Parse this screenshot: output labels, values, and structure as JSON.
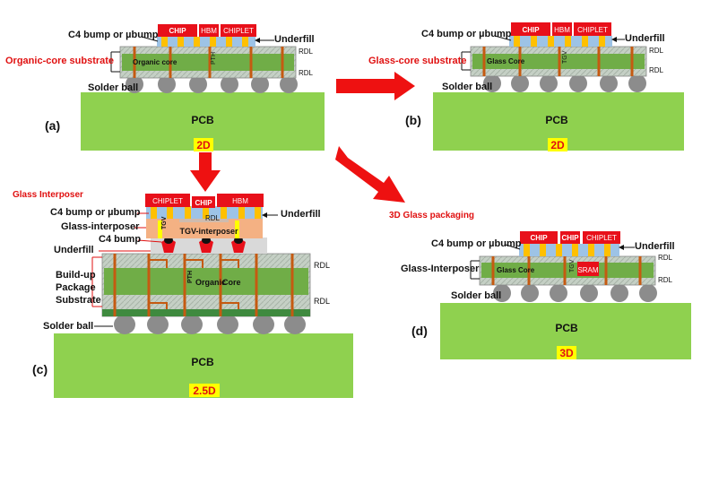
{
  "panel_a": {
    "letter": "(a)",
    "c4_label": "C4 bump or µbump",
    "substrate_label": "Organic-core substrate",
    "solder_label": "Solder ball",
    "underfill": "Underfill",
    "rdl_top": "RDL",
    "rdl_bottom": "RDL",
    "chip": "CHIP",
    "hbm": "HBM",
    "chiplet": "CHIPLET",
    "core": "Organic core",
    "via": "PTH",
    "pcb": "PCB",
    "badge": "2D"
  },
  "panel_b": {
    "letter": "(b)",
    "c4_label": "C4 bump or µbump",
    "substrate_label": "Glass-core substrate",
    "solder_label": "Solder ball",
    "underfill": "Underfill",
    "rdl_top": "RDL",
    "rdl_bottom": "RDL",
    "chip": "CHIP",
    "hbm": "HBM",
    "chiplet": "CHIPLET",
    "core": "Glass Core",
    "via": "TGV",
    "pcb": "PCB",
    "badge": "2D"
  },
  "panel_c": {
    "letter": "(c)",
    "title": "Glass Interposer",
    "c4_label": "C4 bump or µbump",
    "interposer_label": "Glass-interposer",
    "c4_bump": "C4 bump",
    "underfill_left": "Underfill",
    "buildup_1": "Build-up",
    "buildup_2": "Package",
    "buildup_3": "Substrate",
    "solder_label": "Solder ball",
    "underfill": "Underfill",
    "rdl_top": "RDL",
    "rdl_bottom": "RDL",
    "chiplet": "CHIPLET",
    "chip": "CHIP",
    "hbm": "HBM",
    "rdl_inner": "RDL",
    "tgv_interposer": "TGV-interposer",
    "tgv": "TGV",
    "pth": "PTH",
    "organic": "Organic",
    "core": "Core",
    "pcb": "PCB",
    "badge": "2.5D"
  },
  "panel_d": {
    "letter": "(d)",
    "title": "3D Glass packaging",
    "c4_label": "C4 bump or µbump",
    "interposer_label": "Glass-Interposer",
    "solder_label": "Solder ball",
    "underfill": "Underfill",
    "rdl_top": "RDL",
    "rdl_bottom": "RDL",
    "chip1": "CHIP",
    "chip2": "CHIP",
    "chiplet": "CHIPLET",
    "core": "Glass Core",
    "tgv": "TGV",
    "sram": "SRAM",
    "pcb": "PCB",
    "badge": "3D"
  },
  "colors": {
    "pcb": "#8fd14f",
    "chip_red": "#e8101a",
    "underfill_blue": "#9dc3e6",
    "bump_yellow": "#ffc000",
    "core_green": "#70ad47",
    "rdl_gray": "#c0c8c0",
    "trace_brown": "#c55a11",
    "interposer_peach": "#f4b183",
    "solder_gray": "#8c8c8c",
    "arrow_red": "#ee1111",
    "badge_yellow": "#ffff00"
  }
}
